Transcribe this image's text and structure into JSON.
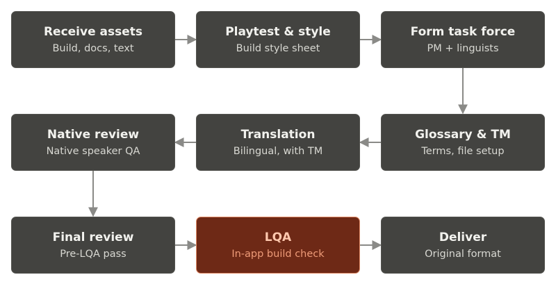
{
  "diagram": {
    "nodes": [
      {
        "title": "Receive assets",
        "subtitle": "Build, docs, text"
      },
      {
        "title": "Playtest & style",
        "subtitle": "Build style sheet"
      },
      {
        "title": "Form task force",
        "subtitle": "PM + linguists"
      },
      {
        "title": "Glossary & TM",
        "subtitle": "Terms, file setup"
      },
      {
        "title": "Translation",
        "subtitle": "Bilingual, with TM"
      },
      {
        "title": "Native review",
        "subtitle": "Native speaker QA"
      },
      {
        "title": "Final review",
        "subtitle": "Pre-LQA pass"
      },
      {
        "title": "LQA",
        "subtitle": "In-app build check"
      },
      {
        "title": "Deliver",
        "subtitle": "Original format"
      }
    ],
    "colors": {
      "node_fill": "#434340",
      "node_text": "#f2f2ee",
      "highlight_fill": "#6e2916",
      "highlight_border": "#e08a66",
      "highlight_text": "#ffc8ae",
      "arrow": "#8a8a87"
    }
  }
}
